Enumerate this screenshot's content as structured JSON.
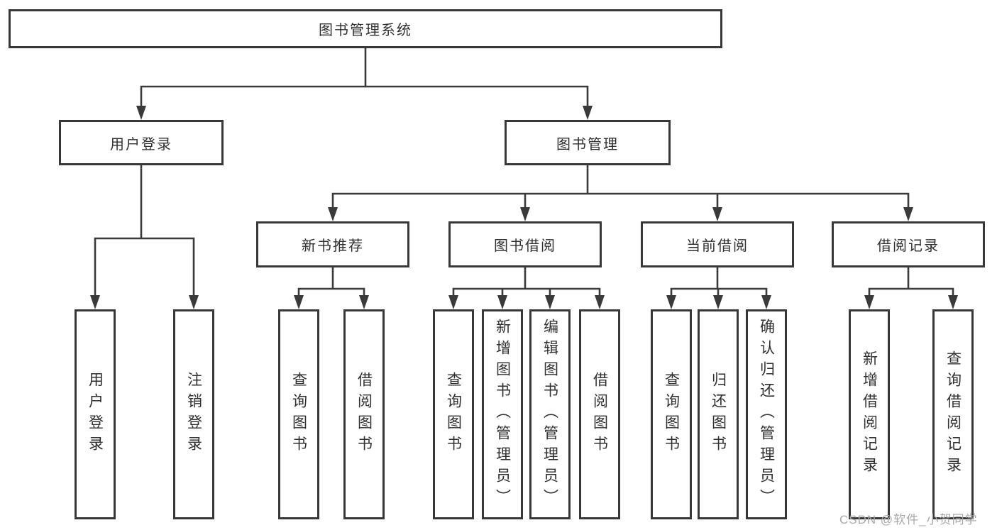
{
  "nodes": {
    "root": {
      "label": "图书管理系统"
    },
    "user_login": {
      "label": "用户登录"
    },
    "book_mgmt": {
      "label": "图书管理"
    },
    "new_book_rec": {
      "label": "新书推荐"
    },
    "book_borrow": {
      "label": "图书借阅"
    },
    "current_borrow": {
      "label": "当前借阅"
    },
    "borrow_record": {
      "label": "借阅记录"
    },
    "leaf_user_login": {
      "label": "用户登录"
    },
    "leaf_logout": {
      "label": "注销登录"
    },
    "leaf_query_book_new": {
      "label": "查询图书"
    },
    "leaf_borrow_book_new": {
      "label": "借阅图书"
    },
    "leaf_query_book_borrow": {
      "label": "查询图书"
    },
    "leaf_add_book": {
      "label": "新增图书（管理员）"
    },
    "leaf_edit_book": {
      "label": "编辑图书（管理员）"
    },
    "leaf_borrow_book_borrow": {
      "label": "借阅图书"
    },
    "leaf_query_book_current": {
      "label": "查询图书"
    },
    "leaf_return_book": {
      "label": "归还图书"
    },
    "leaf_confirm_return": {
      "label": "确认归还（管理员）"
    },
    "leaf_add_borrow_record": {
      "label": "新增借阅记录"
    },
    "leaf_query_borrow_record": {
      "label": "查询借阅记录"
    }
  },
  "watermark": {
    "text": "CSDN @软件_小贺同学"
  },
  "colors": {
    "line": "#3a3a3a",
    "border": "#383838",
    "text": "#2f2f2f",
    "watermark": "#a9a9a9",
    "background": "#ffffff"
  }
}
